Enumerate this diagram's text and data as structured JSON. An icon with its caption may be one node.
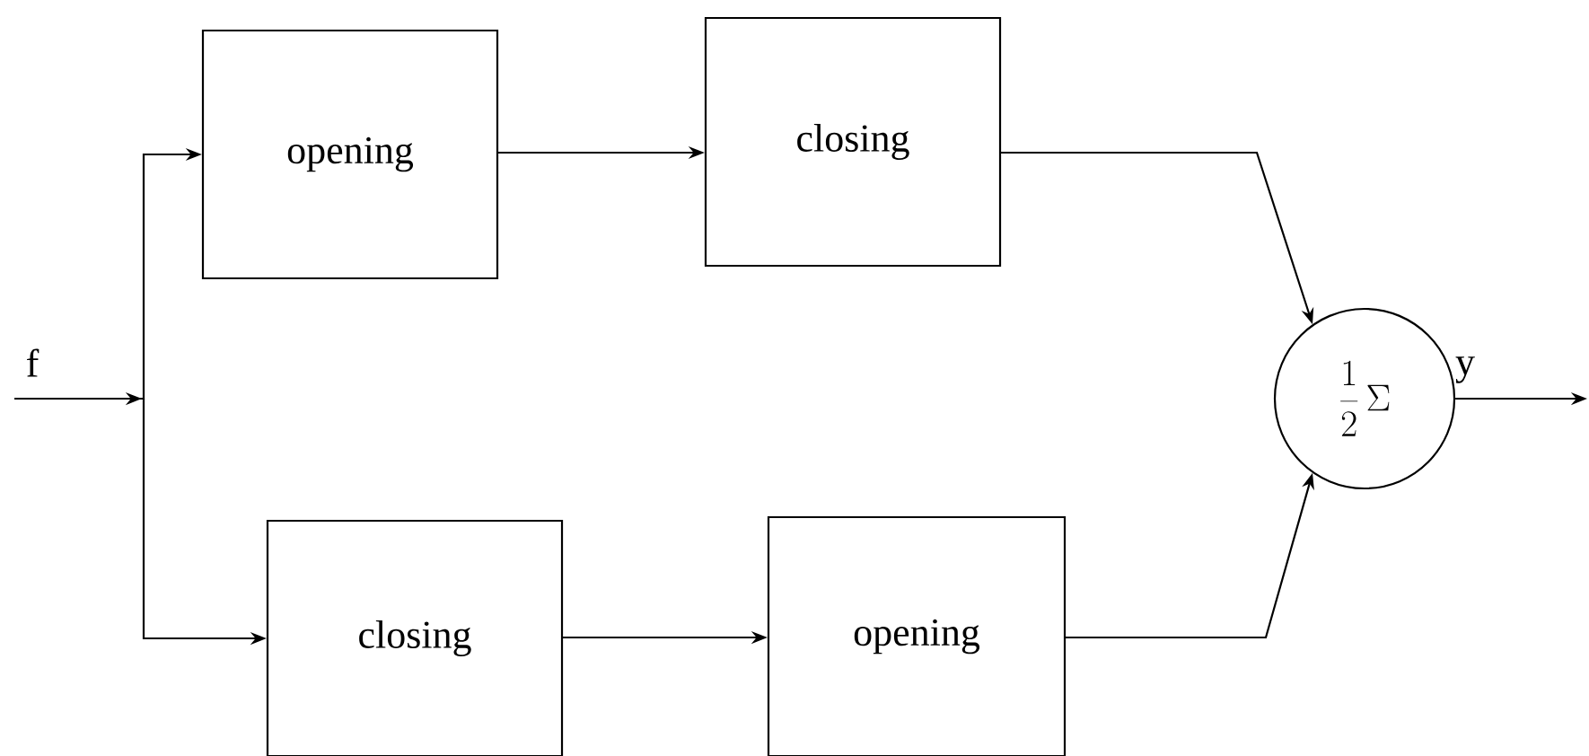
{
  "diagram": {
    "nodes": [
      {
        "text": [
          "opening"
        ]
      },
      {
        "text": [
          "closing"
        ]
      },
      {
        "text": [
          "closing"
        ]
      },
      {
        "text": [
          "opening"
        ]
      },
      {
        "text": [
          "\\frac{1}{2}\\,\\Sigma"
        ]
      }
    ],
    "edges": [
      {
        "from": null,
        "to": 0,
        "arrow": "to",
        "label": "f"
      },
      {
        "from": null,
        "to": 2,
        "arrow": "to"
      },
      {
        "from": 0,
        "to": 1,
        "arrow": "to"
      },
      {
        "from": 2,
        "to": 3,
        "arrow": "to"
      },
      {
        "from": 1,
        "to": 4,
        "arrow": "to"
      },
      {
        "from": 3,
        "to": 4,
        "arrow": "to"
      },
      {
        "from": 4,
        "to": null,
        "arrow": "to",
        "label": "y"
      }
    ]
  }
}
